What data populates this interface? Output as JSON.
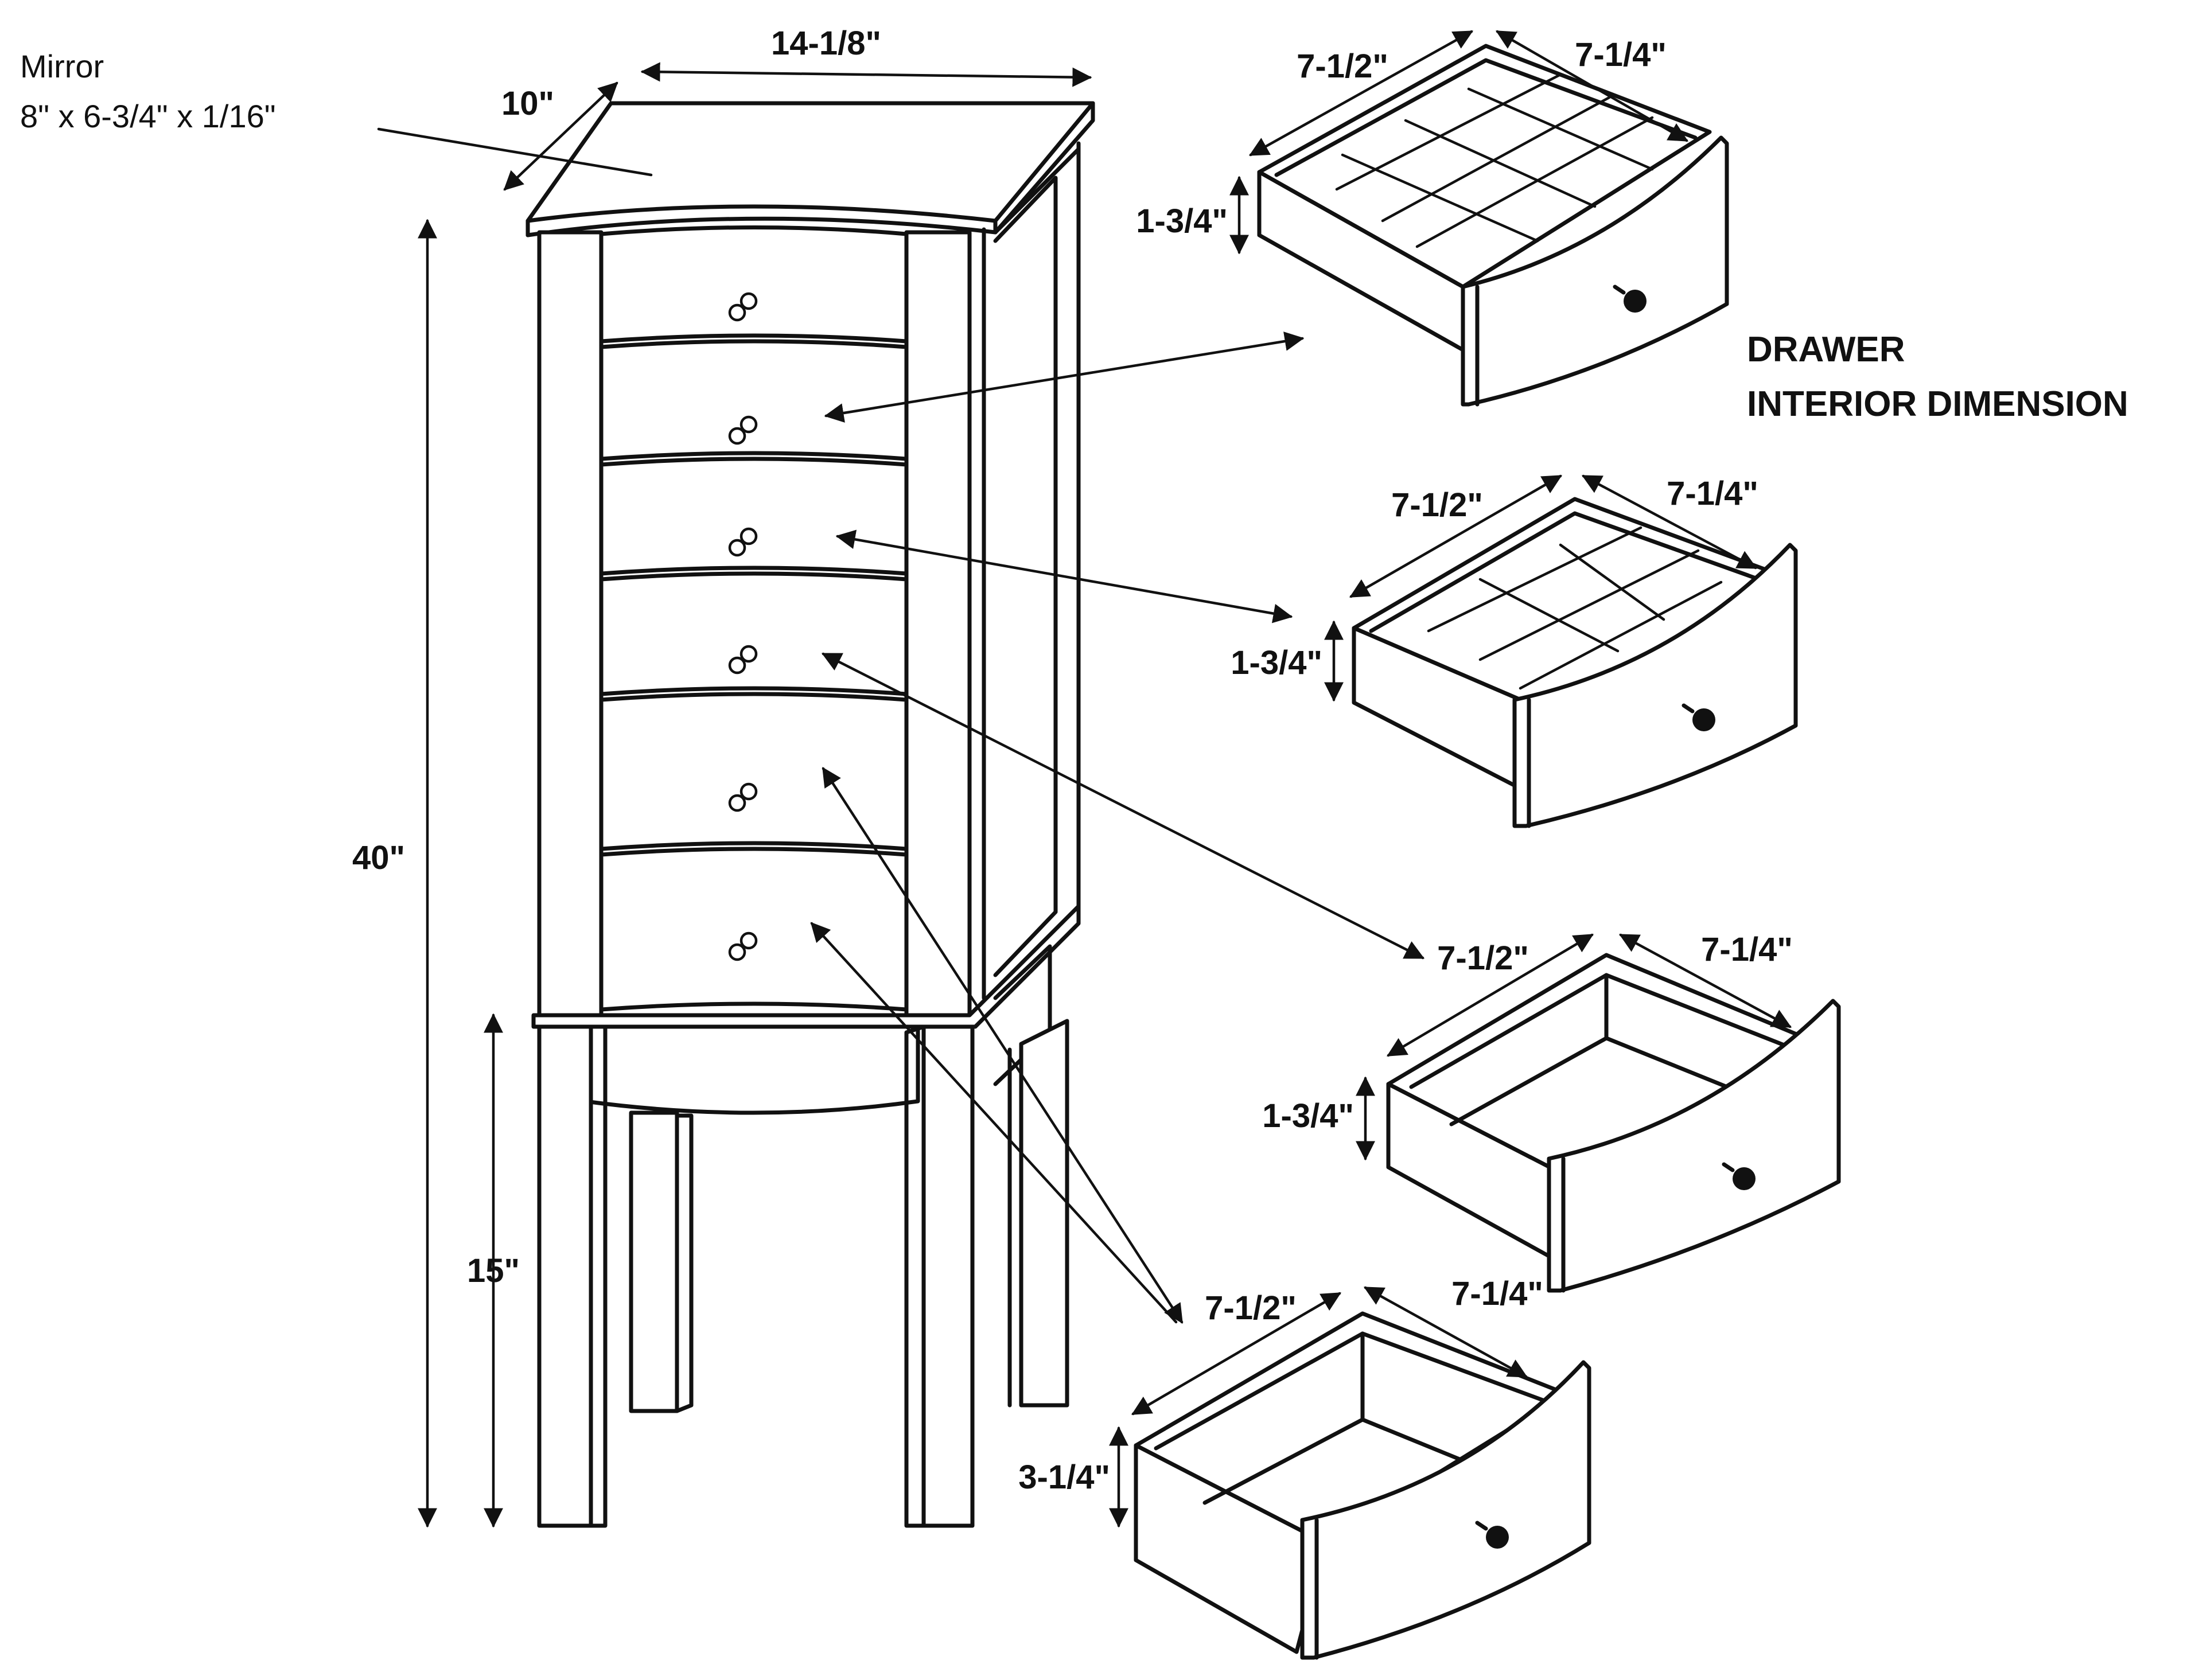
{
  "mirror": {
    "label": "Mirror",
    "size": "8\" x 6-3/4\" x 1/16\""
  },
  "cabinet": {
    "width": "14-1/8\"",
    "depth": "10\"",
    "height": "40\"",
    "leg_height": "15\""
  },
  "heading": {
    "line1": "DRAWER",
    "line2": "INTERIOR DIMENSION"
  },
  "drawers": [
    {
      "width": "7-1/2\"",
      "depth": "7-1/4\"",
      "height": "1-3/4\""
    },
    {
      "width": "7-1/2\"",
      "depth": "7-1/4\"",
      "height": "1-3/4\""
    },
    {
      "width": "7-1/2\"",
      "depth": "7-1/4\"",
      "height": "1-3/4\""
    },
    {
      "width": "7-1/2\"",
      "depth": "7-1/4\"",
      "height": "3-1/4\""
    }
  ],
  "colors": {
    "line": "#111111",
    "background": "#ffffff"
  }
}
